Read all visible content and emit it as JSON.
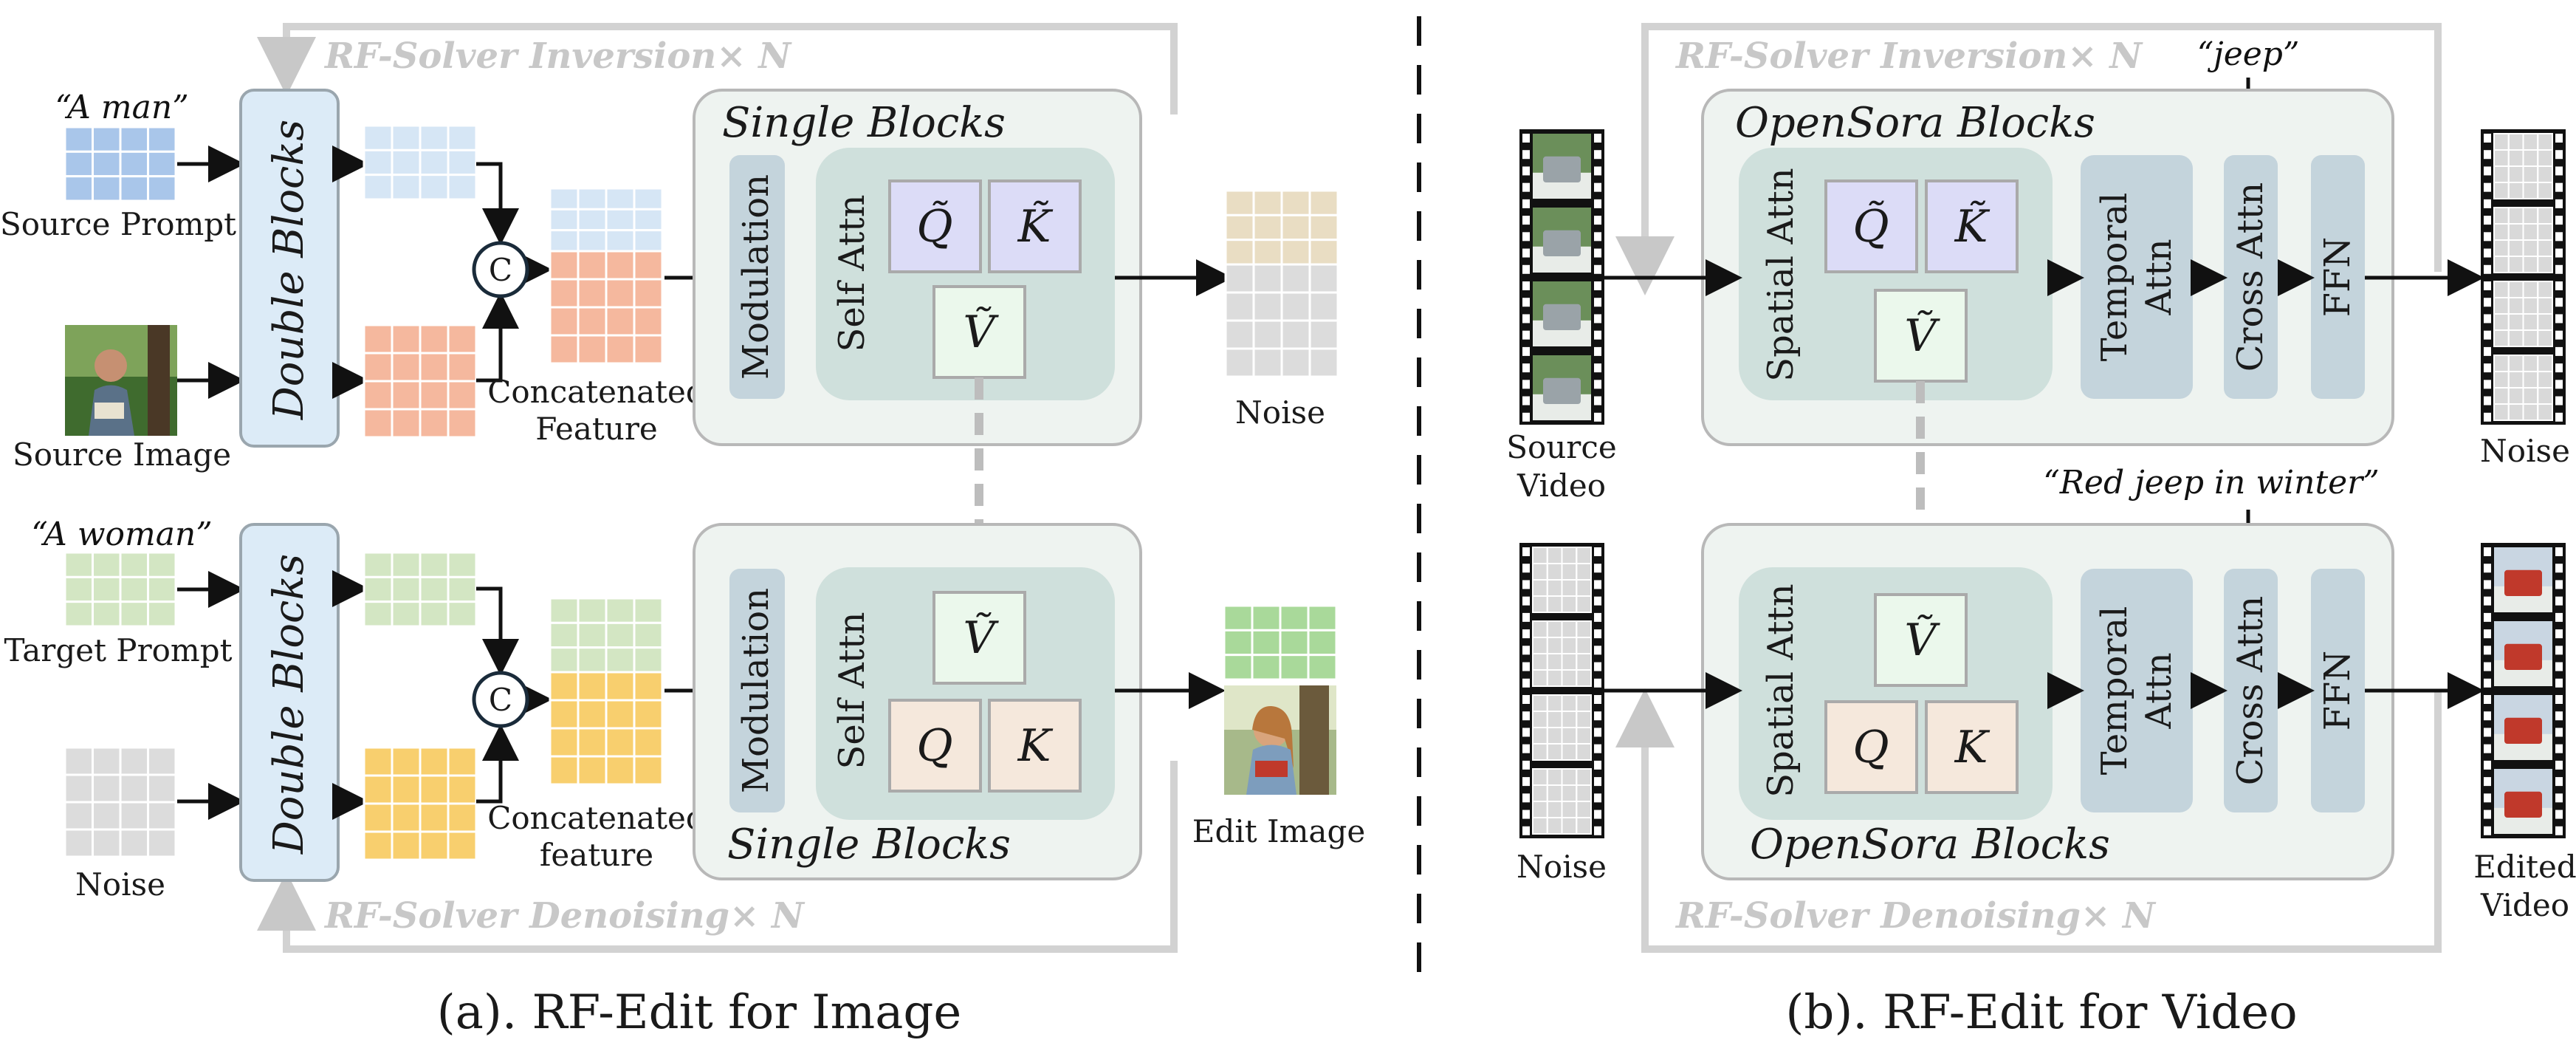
{
  "image": {
    "loop_top": "RF-Solver Inversion× N",
    "loop_bottom": "RF-Solver Denoising× N",
    "prompt_source_quote": "“A man”",
    "prompt_source_label": "Source Prompt",
    "source_image_label": "Source Image",
    "prompt_target_quote": "“A woman”",
    "prompt_target_label": "Target Prompt",
    "noise_in_label": "Noise",
    "double_blocks": "Double Blocks",
    "concat_symbol": "C",
    "concat_top_l1": "Concatenated",
    "concat_top_l2": "Feature",
    "concat_bot_l1": "Concatenated",
    "concat_bot_l2": "feature",
    "single_blocks": "Single Blocks",
    "modulation": "Modulation",
    "self_attn": "Self Attn",
    "q_tilde": "Q̃",
    "k_tilde": "K̃",
    "v_tilde": "Ṽ",
    "q": "Q",
    "k": "K",
    "noise_out_label": "Noise",
    "edit_image_label": "Edit Image",
    "caption": "(a). RF-Edit for Image"
  },
  "video": {
    "loop_top": "RF-Solver  Inversion× N",
    "loop_bottom": "RF-Solver  Denoising× N",
    "prompt_top": "“jeep”",
    "prompt_bottom": "“Red jeep in winter”",
    "opensora_blocks": "OpenSora Blocks",
    "spatial_attn": "Spatial Attn",
    "temporal_l1": "Temporal",
    "temporal_l2": "Attn",
    "cross_attn": "Cross Attn",
    "ffn": "FFN",
    "q_tilde": "Q̃",
    "k_tilde": "K̃",
    "v_tilde": "Ṽ",
    "q": "Q",
    "k": "K",
    "source_video_l1": "Source",
    "source_video_l2": "Video",
    "noise_in_label": "Noise",
    "noise_out_label": "Noise",
    "edited_video_l1": "Edited",
    "edited_video_l2": "Video",
    "caption": "(b). RF-Edit for Video"
  },
  "colors": {
    "prompt_blue": "#a9c6ea",
    "prompt_blue_light": "#d6e6f5",
    "image_salmon": "#f5b89e",
    "prompt_green": "#d3e6c3",
    "noise_gray": "#dcdcdc",
    "feature_yellow": "#f8cf6e",
    "edit_green": "#a9d99a",
    "double_block": "#dcebf7",
    "panel": "#eef3f0",
    "attn_panel": "#cfe0dc",
    "modulation": "#c4d4dc",
    "qk_purple": "#dcdcf7",
    "v_green": "#ebf8ec",
    "qk_beige": "#f5e8dc",
    "loop_gray": "#d2d2d2"
  }
}
